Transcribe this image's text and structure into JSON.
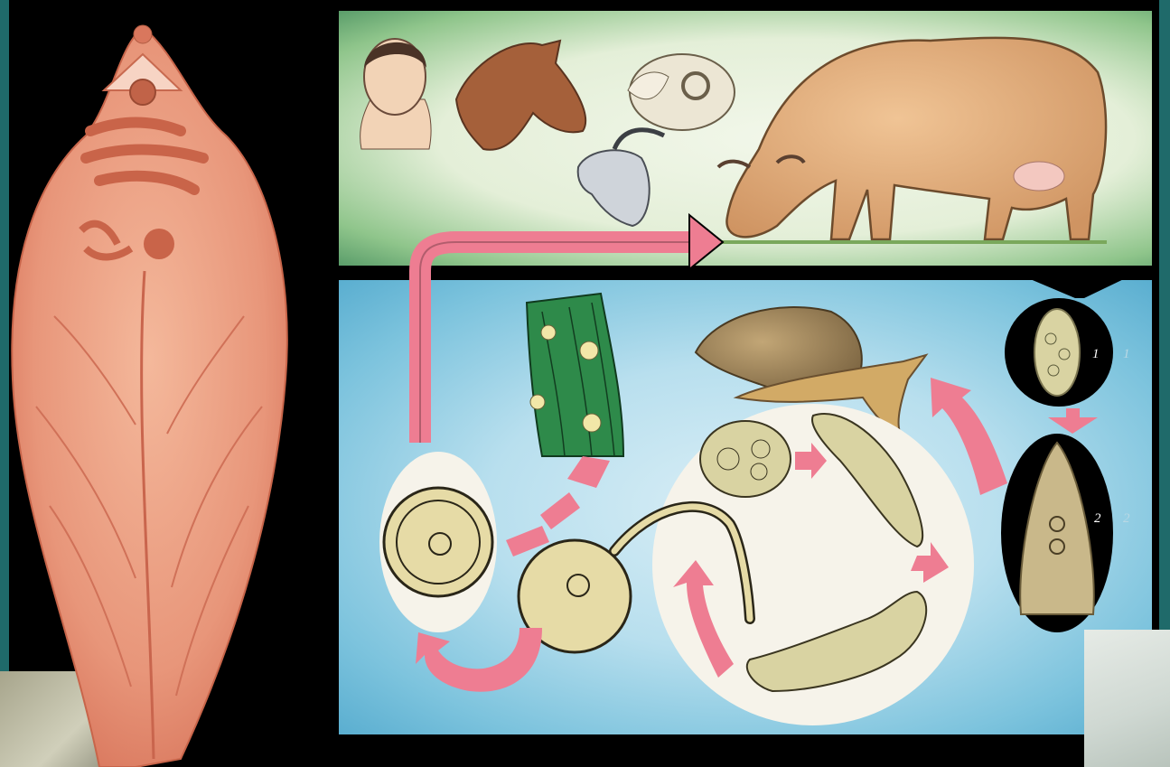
{
  "diagram": {
    "labels": {
      "egg": "1",
      "miracidium": "2",
      "egg_shadow": "1",
      "miracidium_shadow": "2"
    }
  },
  "colors": {
    "background": "#000000",
    "host_panel": "#e4efd8",
    "water_panel": "#b8dfee",
    "arrow": "#ee7d92",
    "parasite": "#e8967a",
    "leaf": "#2e8a4a"
  }
}
